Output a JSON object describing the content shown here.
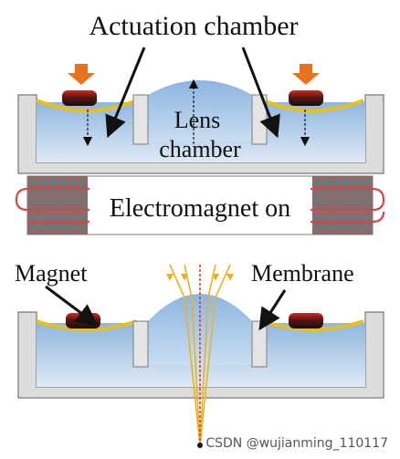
{
  "labels": {
    "actuation_chamber": "Actuation chamber",
    "lens_line1": "Lens",
    "lens_line2": "chamber",
    "electromagnet": "Electromagnet on",
    "magnet": "Magnet",
    "membrane": "Membrane"
  },
  "watermark": "CSDN @wujianming_110117",
  "colors": {
    "fluid": "#a9c8e8",
    "fluid_light": "#d6e6f5",
    "lens": "#9cc0e6",
    "frame": "#d7d7d7",
    "frame_edge": "#8a8a8a",
    "membrane": "#e8c21a",
    "magnet_red": "#c0201c",
    "magnet_black": "#1a1010",
    "push_arrow": "#e8741e",
    "coil": "#d14848",
    "coil_core": "#6d6d6d",
    "ray": "#e9b320",
    "axis": "#e03030"
  }
}
